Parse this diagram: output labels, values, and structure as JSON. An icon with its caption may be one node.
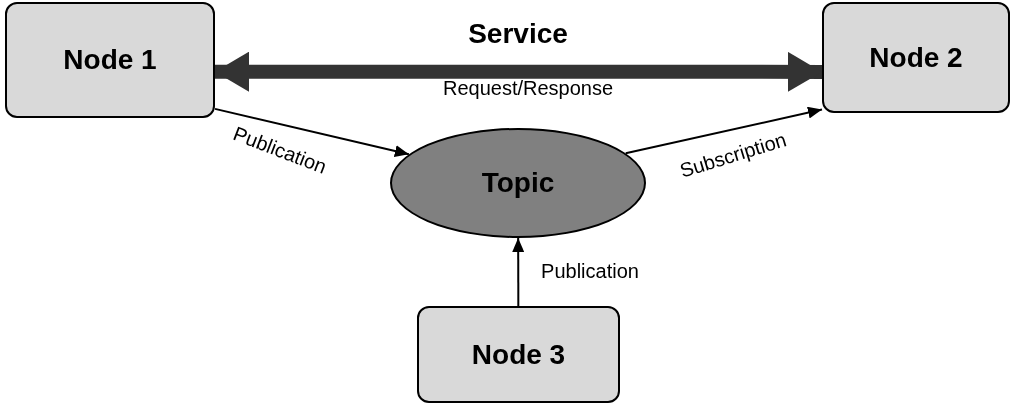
{
  "diagram": {
    "nodes": [
      {
        "text": [
          "Node 1"
        ]
      },
      {
        "text": [
          "Node 2"
        ]
      },
      {
        "text": [
          "Topic"
        ]
      },
      {
        "text": [
          "Node 3"
        ]
      }
    ],
    "edges": [
      {
        "from": 0,
        "to": 1,
        "arrow": "both",
        "label": "Service",
        "style": "thick",
        "color": "#333333"
      },
      {
        "from": 0,
        "to": 2,
        "arrow": "to",
        "label": "Publication"
      },
      {
        "from": 2,
        "to": 1,
        "arrow": "to",
        "label": "Subscription"
      },
      {
        "from": 3,
        "to": 2,
        "arrow": "to",
        "label": "Publication"
      }
    ],
    "labels": [
      "Request/Response"
    ]
  }
}
